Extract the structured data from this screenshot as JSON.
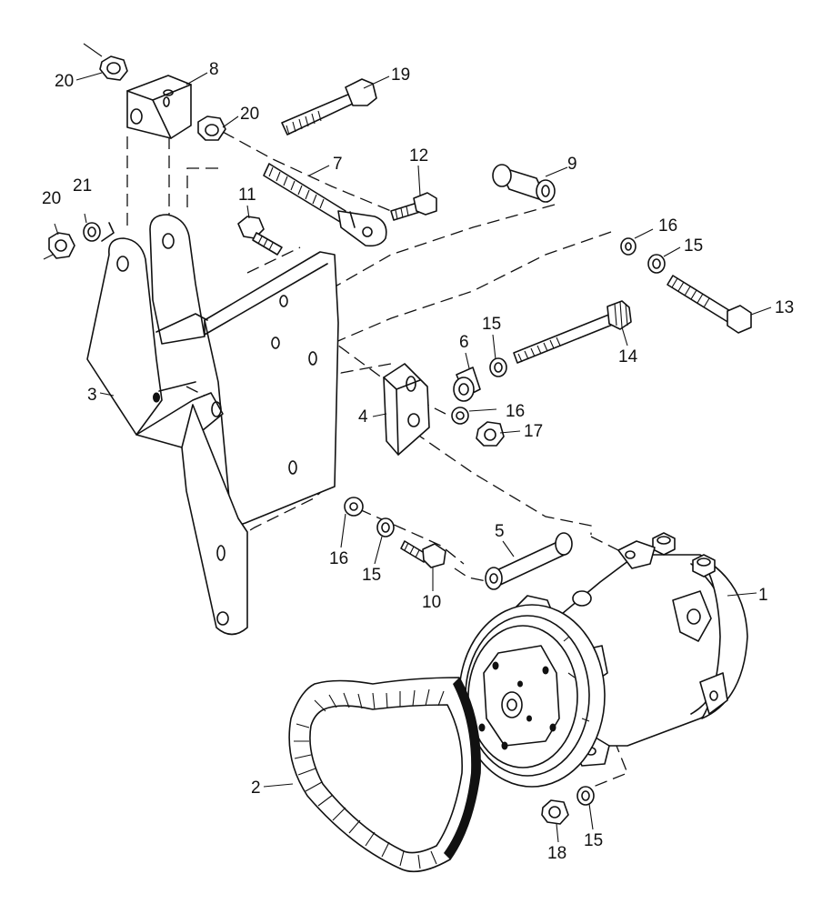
{
  "labels": {
    "l1": "1",
    "l2": "2",
    "l3": "3",
    "l4": "4",
    "l5": "5",
    "l6": "6",
    "l7": "7",
    "l8": "8",
    "l9": "9",
    "l10": "10",
    "l11": "11",
    "l12": "12",
    "l13": "13",
    "l14": "14",
    "l15a": "15",
    "l15b": "15",
    "l15c": "15",
    "l15d": "15",
    "l16a": "16",
    "l16b": "16",
    "l16c": "16",
    "l17": "17",
    "l18": "18",
    "l19": "19",
    "l20a": "20",
    "l20b": "20",
    "l20c": "20",
    "l21": "21"
  }
}
